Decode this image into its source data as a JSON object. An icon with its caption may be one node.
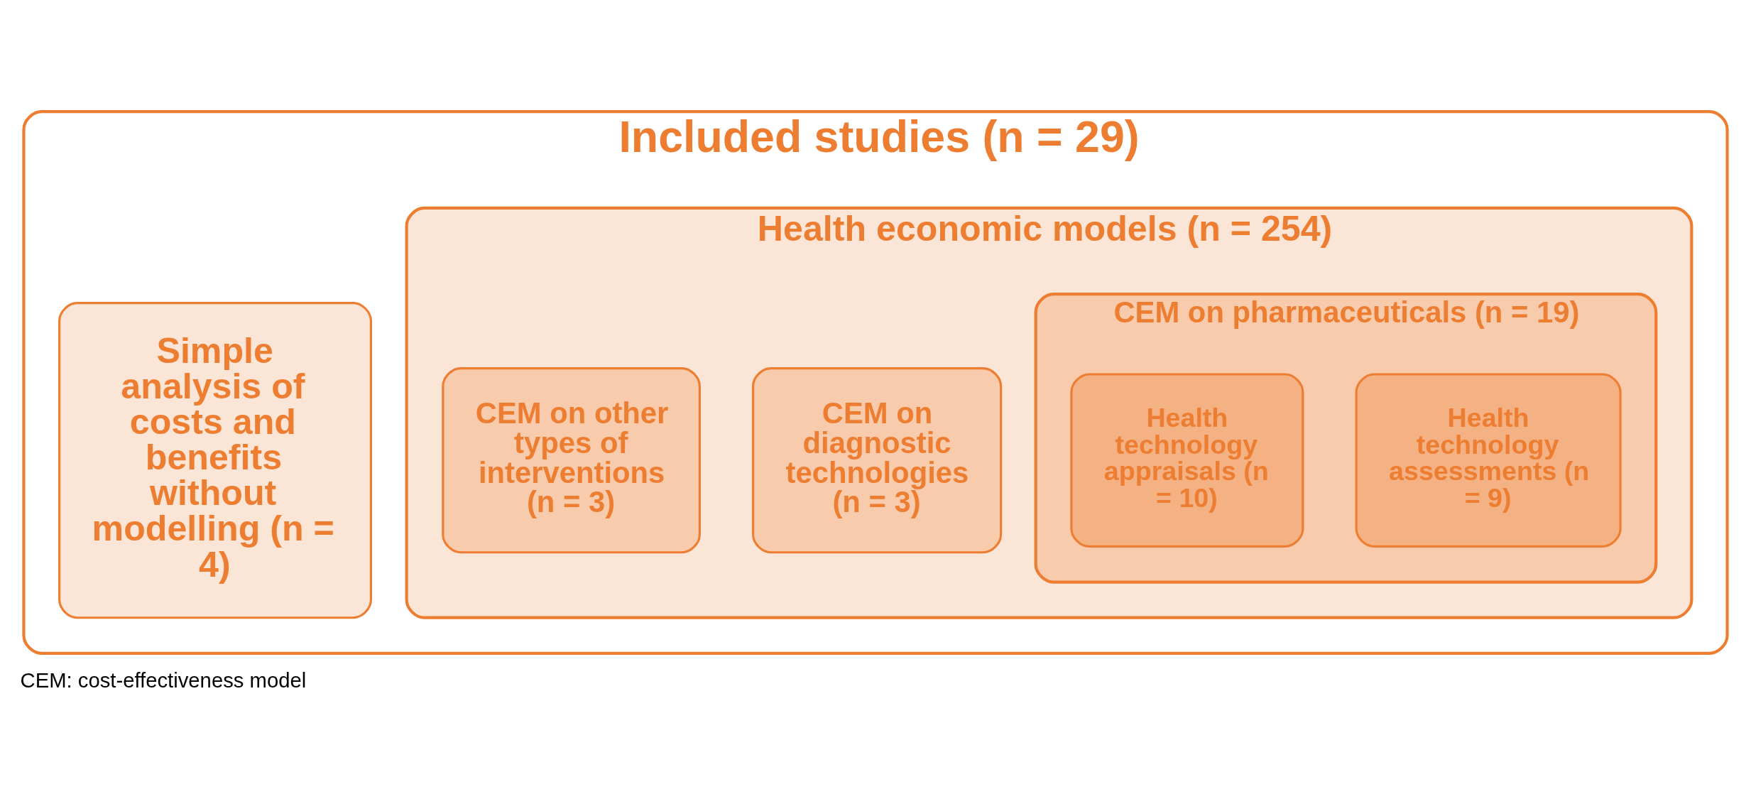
{
  "diagram": {
    "caption": "CEM: cost-effectiveness model",
    "nodes": [
      {
        "text": [
          "Included studies (n = 29)"
        ]
      },
      {
        "text": [
          "Health economic models (n = 254)"
        ],
        "in": 0
      },
      {
        "text": [
          "CEM on pharmaceuticals (n = 19)"
        ],
        "in": 1
      },
      {
        "text": [
          "Health technology assessments (n = 9)"
        ],
        "in": 2
      },
      {
        "text": [
          "Health technology appraisals (n = 10)"
        ],
        "in": 2
      },
      {
        "text": [
          "CEM on diagnostic technologies (n = 3)"
        ],
        "in": 1
      },
      {
        "text": [
          "CEM on other types of interventions (n = 3)"
        ],
        "in": 1
      },
      {
        "text": [
          "Simple analysis of costs and benefits without modelling (n = 4)"
        ],
        "in": 0
      }
    ],
    "edges": []
  }
}
